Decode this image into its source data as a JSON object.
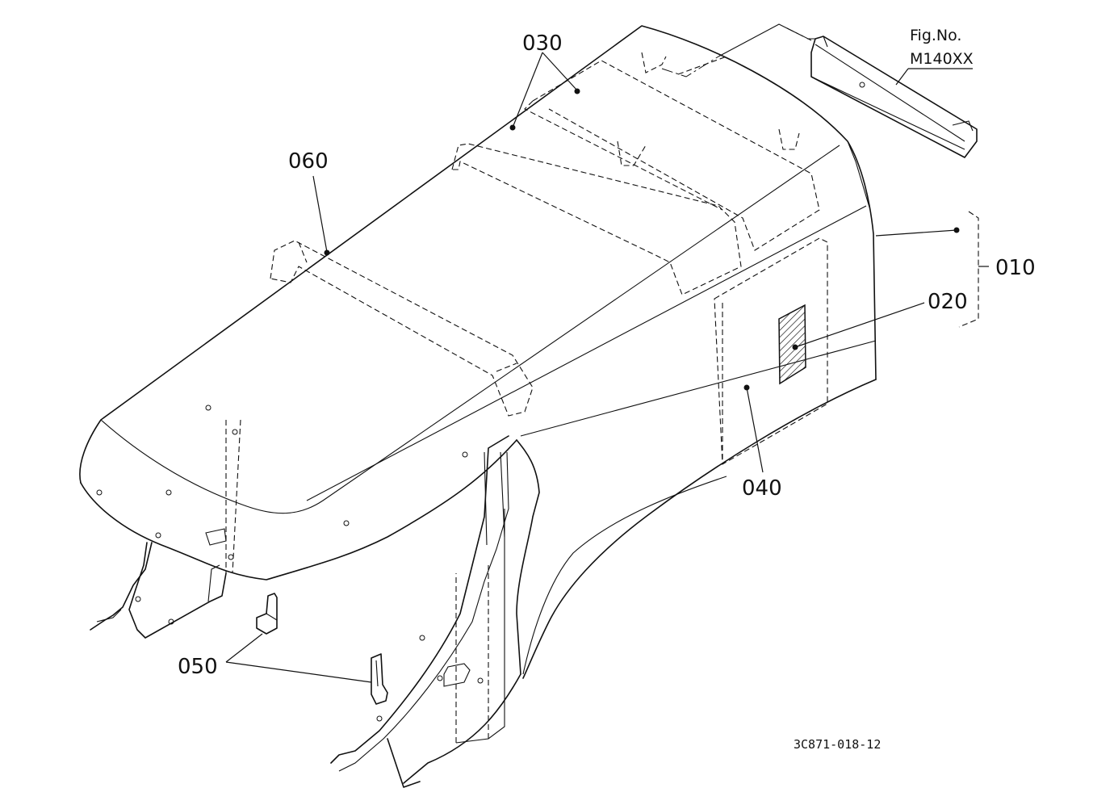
{
  "callouts": [
    {
      "id": "010",
      "text": "010"
    },
    {
      "id": "020",
      "text": "020"
    },
    {
      "id": "030",
      "text": "030"
    },
    {
      "id": "040",
      "text": "040"
    },
    {
      "id": "050",
      "text": "050"
    },
    {
      "id": "060",
      "text": "060"
    }
  ],
  "figure_ref": {
    "line1": "Fig.No.",
    "line2": "M140XX"
  },
  "drawing_code": "3C871-018-12",
  "colors": {
    "line": "#111111",
    "background": "#ffffff"
  }
}
